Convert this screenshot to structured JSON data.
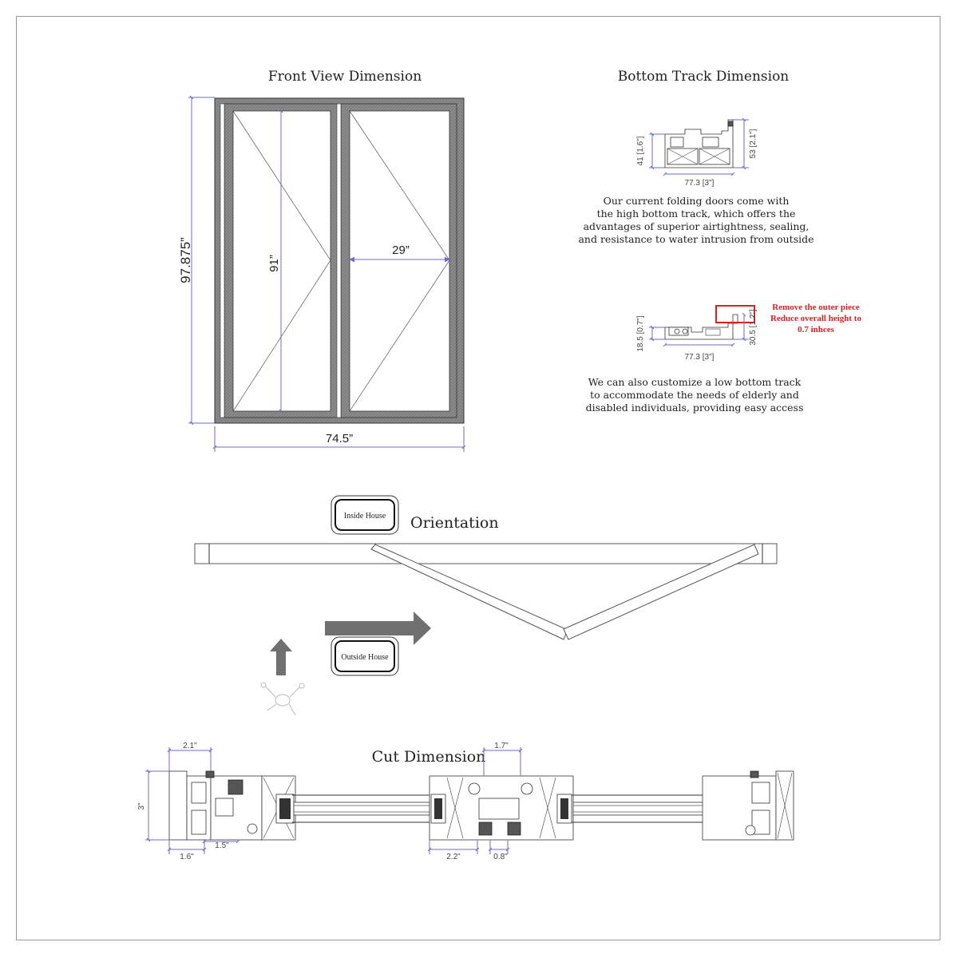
{
  "front_view": {
    "title": "Front View Dimension",
    "height_label": "97.875”",
    "width_label": "74.5”",
    "panel_height_label": "91”",
    "panel_width_label": "29”"
  },
  "bottom_track": {
    "title": "Bottom Track Dimension",
    "high_track": {
      "left_height": "41 [1.6\"]",
      "right_height": "53 [2.1\"]",
      "width": "77.3 [3\"]",
      "description": [
        "Our current folding doors come with",
        "the high bottom track, which offers the",
        "advantages of superior airtightness, sealing,",
        "and resistance to water intrusion from outside"
      ]
    },
    "low_track": {
      "left_height": "18.5 [0.7\"]",
      "right_height": "30.5 [1.2\"]",
      "width": "77.3 [3\"]",
      "note": [
        "Remove the outer piece",
        "Reduce overall height to",
        "0.7 inhces"
      ],
      "description": [
        "We can also customize a low bottom track",
        "to accommodate the needs of elderly and",
        "disabled individuals, providing easy access"
      ]
    }
  },
  "orientation": {
    "title": "Orientation",
    "inside_label": "Inside House",
    "outside_label": "Outside House"
  },
  "cut": {
    "title": "Cut Dimension",
    "dims": {
      "top_left": "2.1\"",
      "height": "3\"",
      "bottom_left": "1.6\"",
      "bottom_left_inner": "1.5\"",
      "top_middle": "1.7\"",
      "bottom_middle": "2.2\"",
      "bottom_middle_right": "0.8\""
    }
  },
  "colors": {
    "dimension_line": "#6b6bd6",
    "frame_fill": "#8a8a8a",
    "note_red": "#e02020",
    "arrow_gray": "#707070"
  }
}
